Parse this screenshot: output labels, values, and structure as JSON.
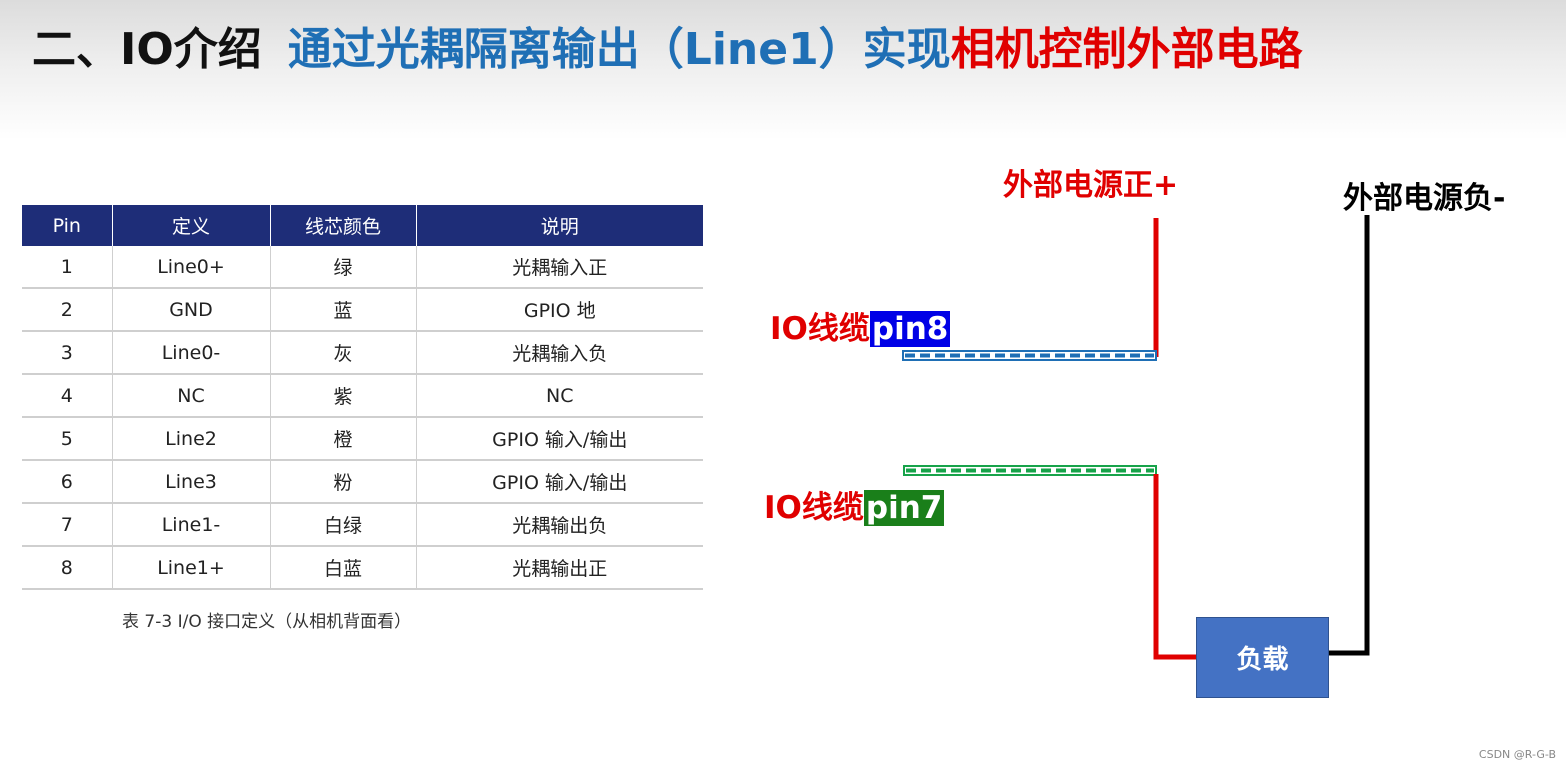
{
  "title": {
    "part1": "二、IO介绍",
    "part2": "通过光耦隔离输出（Line1）实现",
    "part3": "相机控制外部电路"
  },
  "table": {
    "headers": [
      "Pin",
      "定义",
      "线芯颜色",
      "说明"
    ],
    "rows": [
      [
        "1",
        "Line0+",
        "绿",
        "光耦输入正"
      ],
      [
        "2",
        "GND",
        "蓝",
        "GPIO 地"
      ],
      [
        "3",
        "Line0-",
        "灰",
        "光耦输入负"
      ],
      [
        "4",
        "NC",
        "紫",
        "NC"
      ],
      [
        "5",
        "Line2",
        "橙",
        "GPIO 输入/输出"
      ],
      [
        "6",
        "Line3",
        "粉",
        "GPIO 输入/输出"
      ],
      [
        "7",
        "Line1-",
        "白绿",
        "光耦输出负"
      ],
      [
        "8",
        "Line1+",
        "白蓝",
        "光耦输出正"
      ]
    ],
    "caption": "表 7-3 I/O 接口定义（从相机背面看）"
  },
  "diagram": {
    "power_pos": "外部电源正+",
    "power_neg": "外部电源负-",
    "cable_prefix": "IO线缆",
    "pin8": "pin8",
    "pin7": "pin7",
    "load": "负载",
    "colors": {
      "red_wire": "#e00000",
      "black_wire": "#000000",
      "pin8_cable": "#1f6fb5",
      "pin7_cable": "#17a34a",
      "pin8_highlight": "#0000e6",
      "pin7_highlight": "#1a7f1a",
      "load_box": "#4472c4"
    }
  },
  "watermark": "CSDN @R-G-B"
}
